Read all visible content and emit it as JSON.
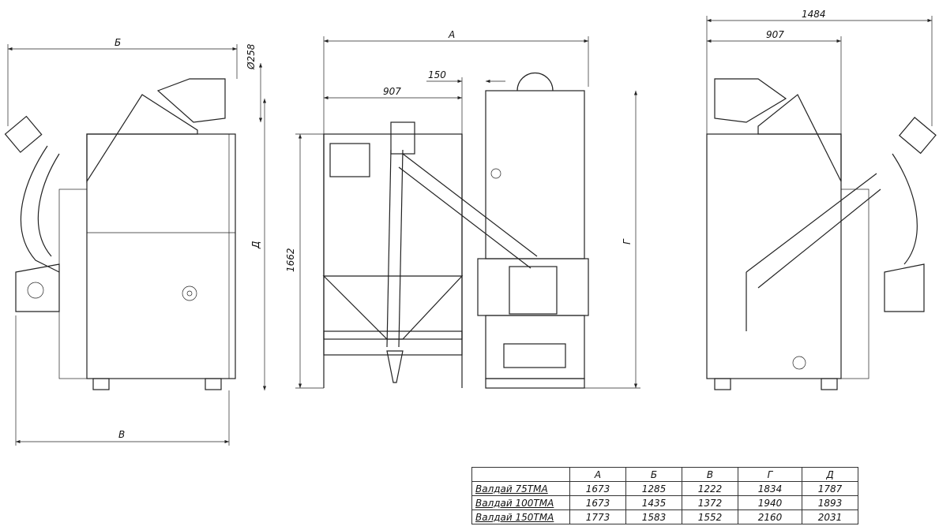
{
  "dimensions": {
    "left_view": {
      "width_top": "Б",
      "diameter": "Ø258",
      "height": "Д",
      "width_bottom": "В"
    },
    "middle_view": {
      "overall": "А",
      "offset": "150",
      "hopper_width": "907",
      "height": "1662",
      "height_right": "Г"
    },
    "right_view": {
      "overall": "1484",
      "partial": "907"
    }
  },
  "table": {
    "headers": [
      "",
      "А",
      "Б",
      "В",
      "Г",
      "Д"
    ],
    "rows": [
      {
        "name": "Валдай 75ТМА",
        "values": [
          "1673",
          "1285",
          "1222",
          "1834",
          "1787"
        ]
      },
      {
        "name": "Валдай 100ТМА",
        "values": [
          "1673",
          "1435",
          "1372",
          "1940",
          "1893"
        ]
      },
      {
        "name": "Валдай 150ТМА",
        "values": [
          "1773",
          "1583",
          "1552",
          "2160",
          "2031"
        ]
      }
    ]
  }
}
